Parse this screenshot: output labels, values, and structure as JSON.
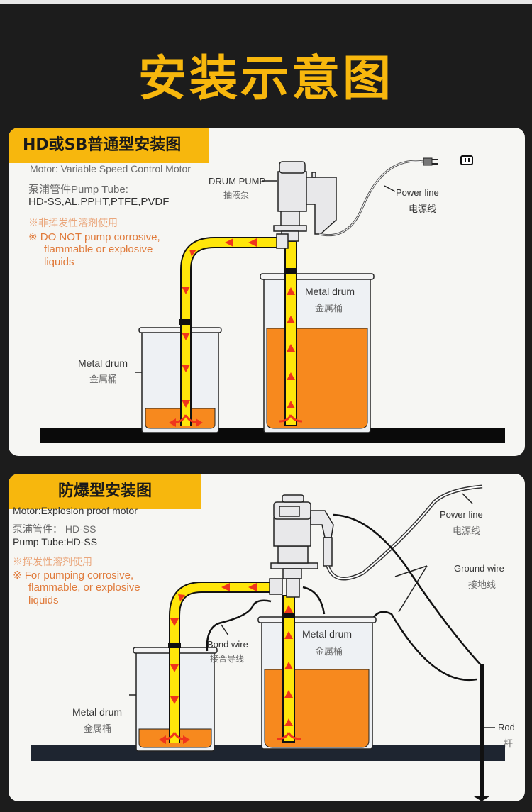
{
  "page_title": "安装示意图",
  "colors": {
    "background": "#1c1c1c",
    "accent": "#f7b70d",
    "panel": "#f6f6f3",
    "liquid": "#f7891e",
    "tube": "#ffe60a",
    "arrow": "#f0351c",
    "warning_text": "#e07a3a"
  },
  "panels": [
    {
      "tag": "HD或SB普通型安装图",
      "motor": "Motor: Variable Speed Control Motor",
      "tube_label": "泵浦管件Pump Tube:",
      "tube_materials": "HD-SS,AL,PPHT,PTFE,PVDF",
      "warn_cn": "※非挥发性溶剂使用",
      "warn_en_1": "※ DO NOT pump corrosive,",
      "warn_en_2": "flammable or explosive",
      "warn_en_3": "liquids",
      "pump_label_en": "DRUM PUMP",
      "pump_label_cn": "抽液泵",
      "power_en": "Power  line",
      "power_cn": "电源线",
      "drum_big_en": "Metal drum",
      "drum_big_cn": "金属桶",
      "drum_small_en": "Metal drum",
      "drum_small_cn": "金属桶",
      "icons": [
        "plug-icon",
        "socket-icon",
        "flow-arrow-icon"
      ]
    },
    {
      "tag": "防爆型安装图",
      "motor": "Motor:Explosion proof motor",
      "tube_label": "泵浦管件：  HD-SS",
      "tube_materials": "Pump Tube:HD-SS",
      "warn_cn": "※挥发性溶剂使用",
      "warn_en_1": "※ For pumping corrosive,",
      "warn_en_2": "flammable, or explosive",
      "warn_en_3": "liquids",
      "power_en": "Power  line",
      "power_cn": "电源线",
      "ground_en": "Ground wire",
      "ground_cn": "接地线",
      "bond_en": "Bond wire",
      "bond_cn": "接合导线",
      "drum_big_en": "Metal drum",
      "drum_big_cn": "金属桶",
      "drum_small_en": "Metal drum",
      "drum_small_cn": "金属桶",
      "rod_en": "Rod",
      "rod_cn": "杆"
    }
  ]
}
